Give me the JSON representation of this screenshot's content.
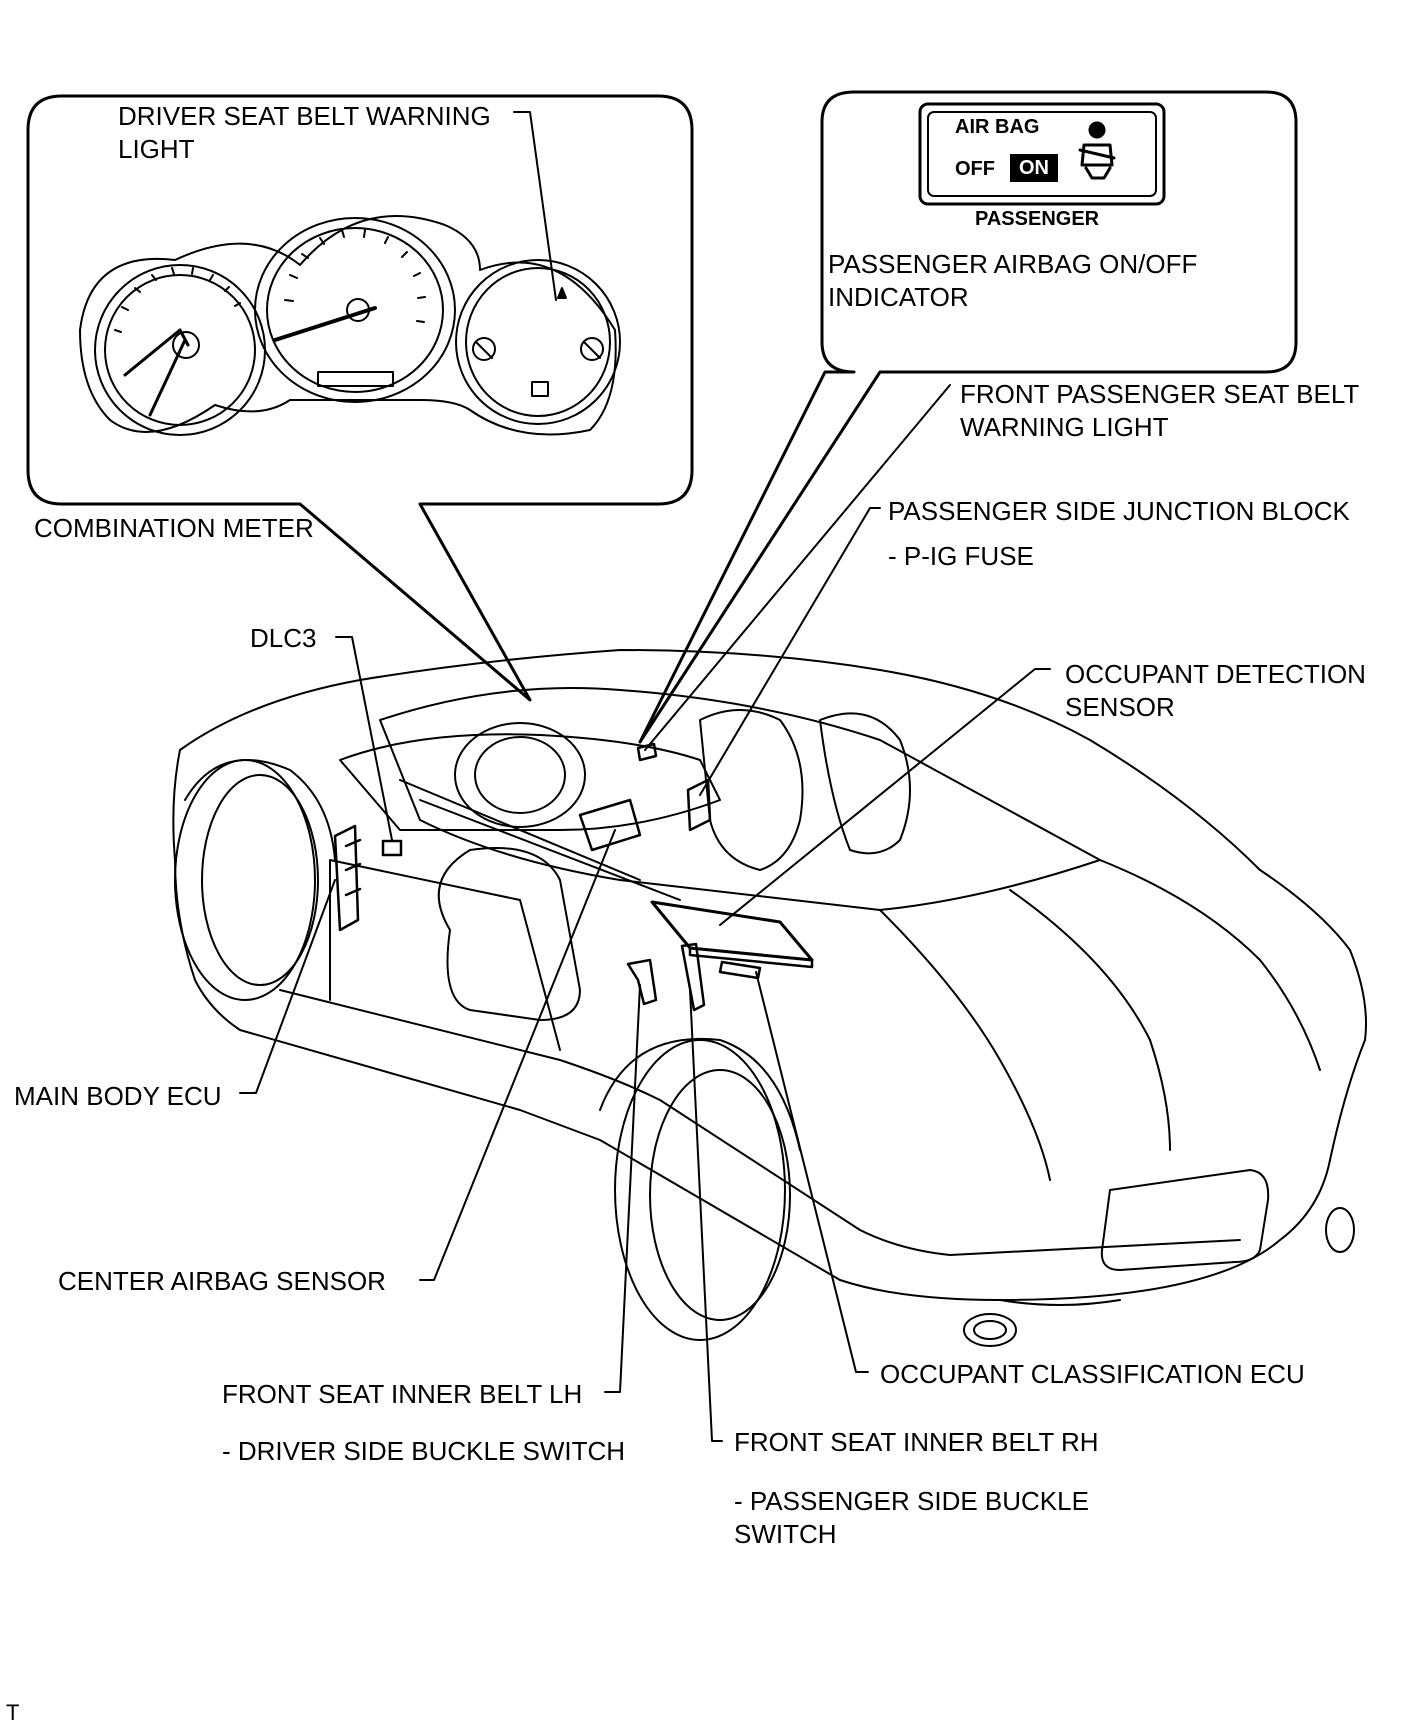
{
  "figure_id": "T",
  "callouts": {
    "meter": {
      "driver_light_line1": "DRIVER SEAT BELT WARNING",
      "driver_light_line2": "LIGHT"
    },
    "indicator_panel": {
      "airbag": "AIR BAG",
      "off": "OFF",
      "on": "ON",
      "passenger": "PASSENGER",
      "caption_line1": "PASSENGER AIRBAG ON/OFF",
      "caption_line2": "INDICATOR"
    }
  },
  "labels": {
    "front_passenger_light_line1": "FRONT PASSENGER SEAT BELT",
    "front_passenger_light_line2": "WARNING LIGHT",
    "combination_meter": "COMBINATION METER",
    "passenger_junction_block": "PASSENGER SIDE JUNCTION BLOCK",
    "pig_fuse": "- P-IG FUSE",
    "dlc3": "DLC3",
    "occupant_detection_line1": "OCCUPANT DETECTION",
    "occupant_detection_line2": "SENSOR",
    "main_body_ecu": "MAIN BODY ECU",
    "center_airbag_sensor": "CENTER AIRBAG SENSOR",
    "occupant_classification_ecu": "OCCUPANT CLASSIFICATION ECU",
    "belt_lh": "FRONT SEAT INNER BELT LH",
    "driver_buckle": "- DRIVER SIDE BUCKLE SWITCH",
    "belt_rh": "FRONT SEAT INNER BELT RH",
    "passenger_buckle_line1": "- PASSENGER SIDE BUCKLE",
    "passenger_buckle_line2": "SWITCH"
  }
}
